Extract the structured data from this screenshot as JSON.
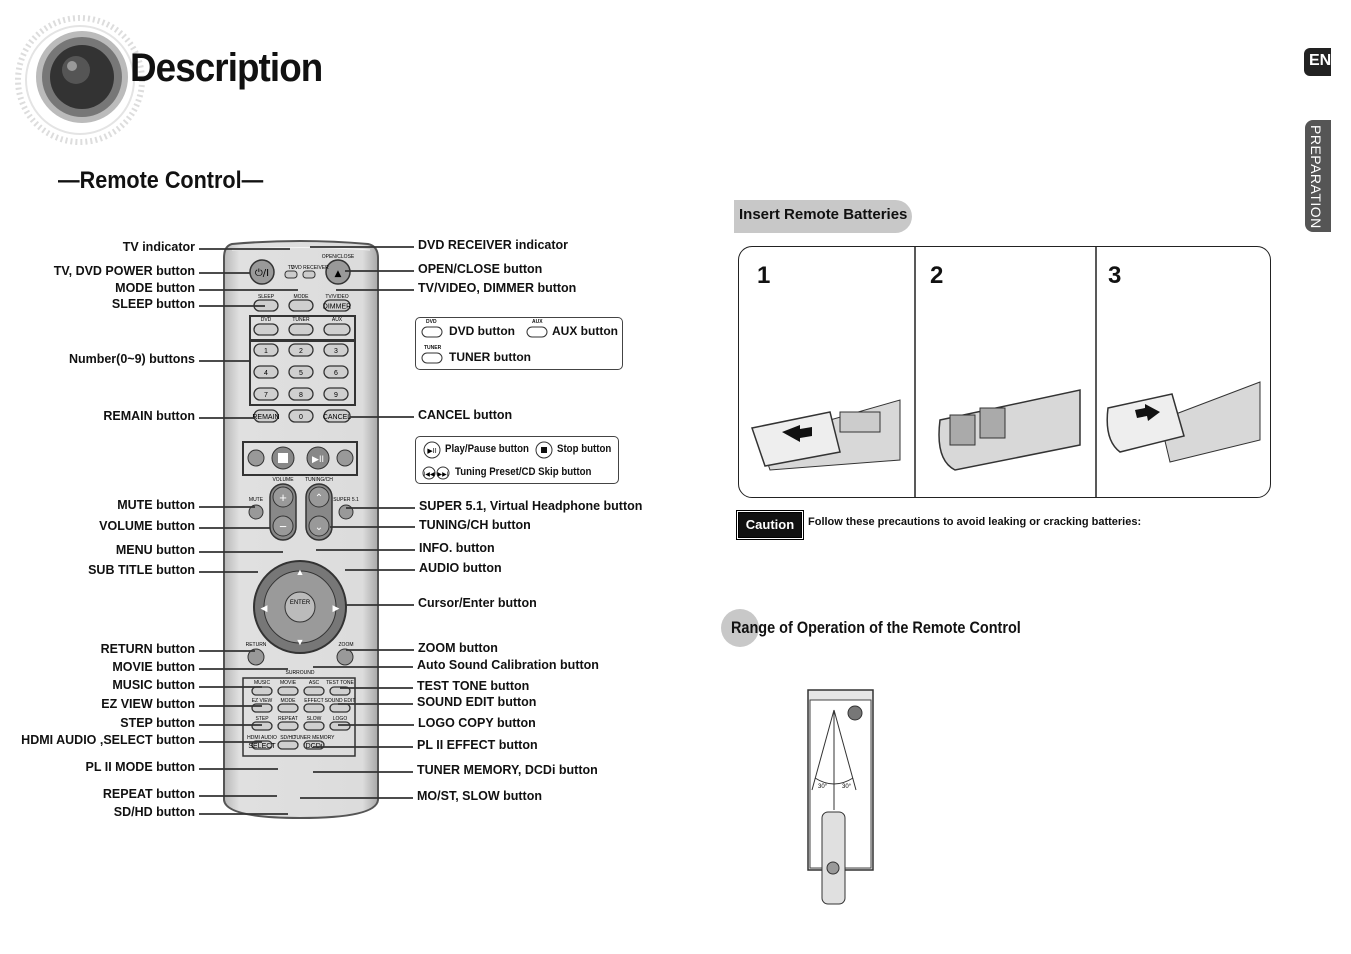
{
  "page": {
    "title": "Description",
    "section": "Remote Control",
    "tab_lang": "ENG",
    "tab_section": "PREPARATION"
  },
  "left_labels": [
    "TV indicator",
    "TV, DVD POWER button",
    "MODE button",
    "SLEEP button",
    "Number(0~9) buttons",
    "REMAIN button",
    "MUTE button",
    "VOLUME button",
    "MENU button",
    "SUB TITLE button",
    "RETURN button",
    "MOVIE button",
    "MUSIC button",
    "EZ VIEW button",
    "STEP button",
    "HDMI AUDIO ,SELECT button",
    "PL II MODE button",
    "REPEAT button",
    "SD/HD button"
  ],
  "right_labels": [
    "DVD RECEIVER indicator",
    "OPEN/CLOSE button",
    "TV/VIDEO, DIMMER button",
    "CANCEL button",
    "SUPER 5.1, Virtual Headphone button",
    "TUNING/CH button",
    "INFO. button",
    "AUDIO button",
    "Cursor/Enter button",
    "ZOOM button",
    "Auto Sound Calibration button",
    "TEST TONE button",
    "SOUND EDIT button",
    "LOGO COPY button",
    "PL II EFFECT button",
    "TUNER MEMORY, DCDi button",
    "MO/ST, SLOW button"
  ],
  "source_box": {
    "dvd": "DVD button",
    "aux": "AUX button",
    "tuner": "TUNER button",
    "dvd_tag": "DVD",
    "aux_tag": "AUX",
    "tuner_tag": "TUNER"
  },
  "play_box": {
    "play": "Play/Pause button",
    "stop": "Stop button",
    "skip": "Tuning Preset/CD Skip button"
  },
  "remote": {
    "keys": [
      "1",
      "2",
      "3",
      "4",
      "5",
      "6",
      "7",
      "8",
      "9",
      "0"
    ],
    "small": {
      "dvd_receiver": "DVD RECEIVER",
      "tv": "TV",
      "open_close": "OPEN/CLOSE",
      "sleep": "SLEEP",
      "mode": "MODE",
      "tv_video": "TV/VIDEO",
      "dimmer": "DIMMER",
      "dvd": "DVD",
      "tuner": "TUNER",
      "aux": "AUX",
      "remain": "REMAIN",
      "cancel": "CANCEL",
      "volume": "VOLUME",
      "tuning_ch": "TUNING/CH",
      "mute": "MUTE",
      "super51": "SUPER 5.1",
      "enter": "ENTER",
      "return": "RETURN",
      "zoom": "ZOOM",
      "music": "MUSIC",
      "movie": "MOVIE",
      "asc": "ASC",
      "test_tone": "TEST TONE",
      "ez_view": "EZ VIEW",
      "sound_edit": "SOUND EDIT",
      "step": "STEP",
      "repeat": "REPEAT",
      "slow": "SLOW",
      "logo": "LOGO",
      "hdmi_audio": "HDMI AUDIO",
      "sd_hd": "SD/HD",
      "tuner_memory": "TUNER MEMORY",
      "select": "SELECT",
      "mode2": "MODE",
      "effect": "EFFECT",
      "mo_st": "MO/ST",
      "dcdi": "DCDi",
      "surround": "SURROUND"
    }
  },
  "batteries": {
    "heading": "Insert Remote Batteries",
    "steps": [
      "1",
      "2",
      "3"
    ],
    "caution_label": "Caution",
    "caution_text": "Follow these precautions to avoid leaking or cracking batteries:"
  },
  "range": {
    "heading": "Range of Operation of the Remote Control",
    "angle_left": "30°",
    "angle_right": "30°"
  }
}
